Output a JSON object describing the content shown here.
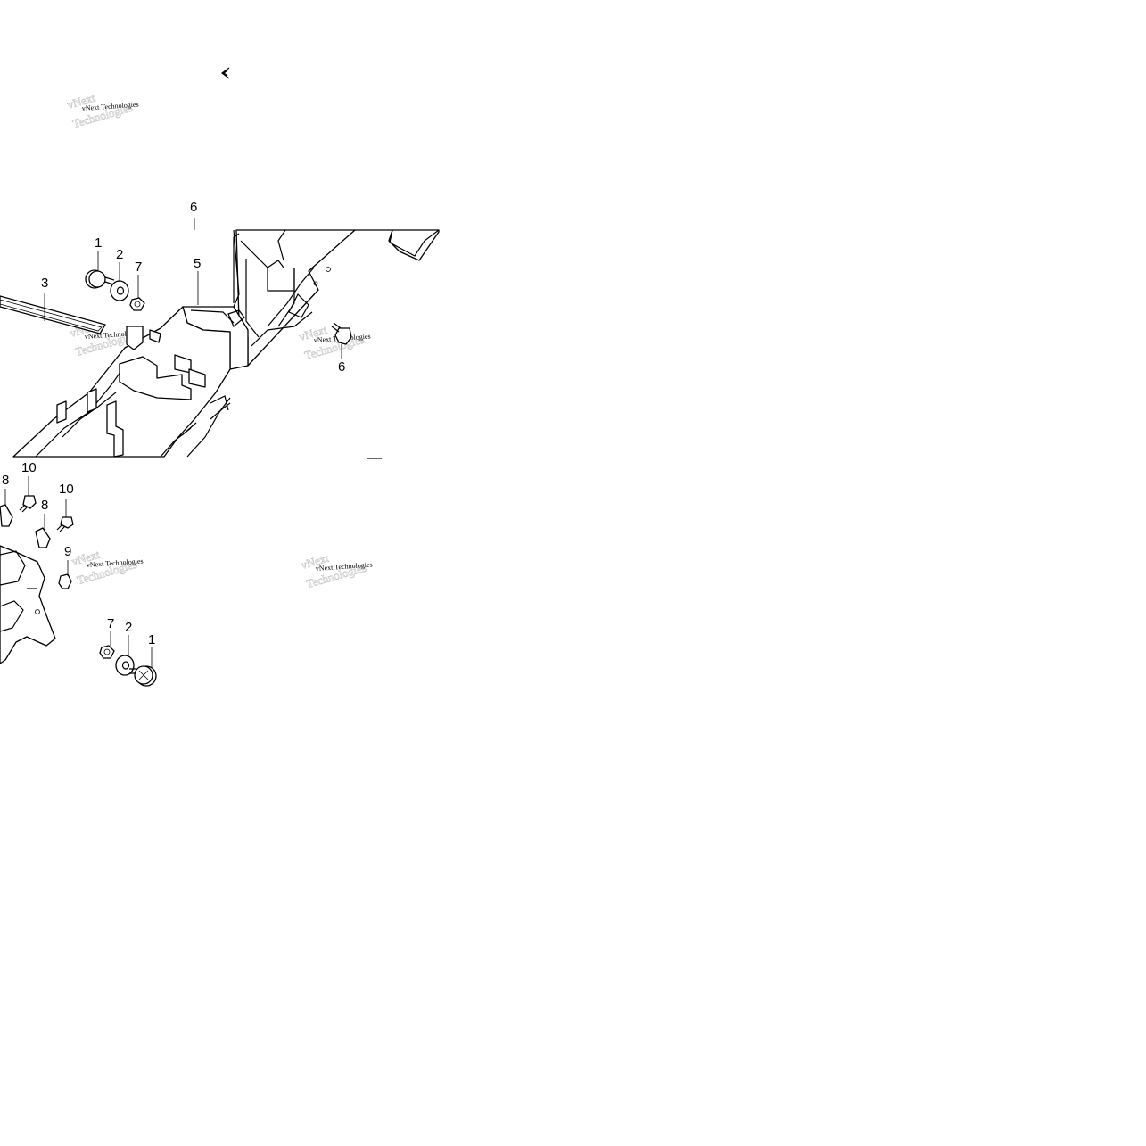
{
  "diagram": {
    "callouts": {
      "c1_top": "1",
      "c2_top": "2",
      "c3": "3",
      "c5": "5",
      "c6_top": "6",
      "c6_right": "6",
      "c7_top": "7",
      "c8_left": "8",
      "c8_mid": "8",
      "c9": "9",
      "c10_left": "10",
      "c10_right": "10",
      "c7_bottom": "7",
      "c2_bottom": "2",
      "c1_bottom": "1"
    },
    "watermark": {
      "text": "vNext Technologies"
    }
  }
}
